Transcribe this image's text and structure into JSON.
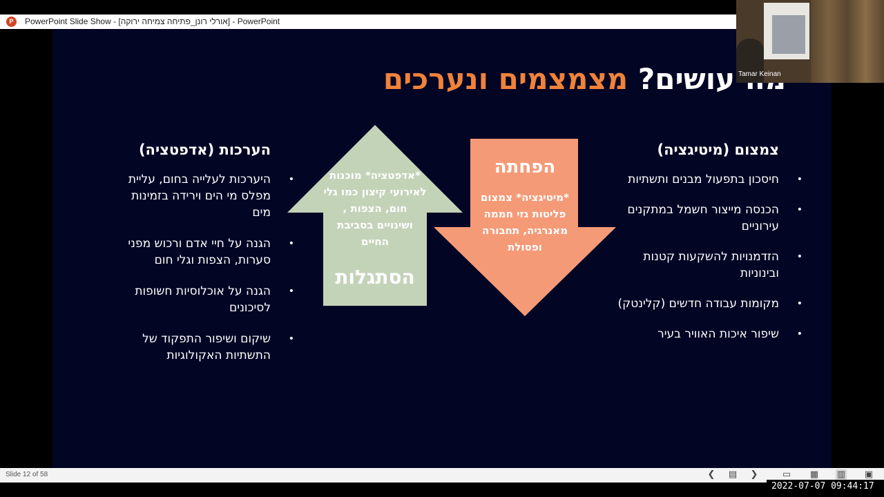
{
  "window": {
    "title": "PowerPoint Slide Show - [אורלי רונן_פתיחה צמיחה ירוקה] - PowerPoint",
    "app_icon": "powerpoint-icon",
    "app_icon_letter": "P"
  },
  "slide": {
    "title_white": "מה עושים?",
    "title_orange": "מצמצמים ונערכים",
    "right_column": {
      "heading": "צמצום (מיטיגציה)",
      "bullets": [
        "חיסכון בתפעול מבנים ותשתיות",
        "הכנסה מייצור חשמל במתקנים עירוניים",
        "הזדמנויות להשקעות קטנות ובינוניות",
        "מקומות עבודה חדשים (קלינטק)",
        "שיפור איכות האוויר בעיר"
      ]
    },
    "left_column": {
      "heading": "הערכות (אדפטציה)",
      "bullets": [
        "היערכות לעלייה בחום, עליית מפלס מי הים וירידה בזמינות מים",
        "הגנה על חיי אדם ורכוש מפני סערות, הצפות וגלי חום",
        "הגנה על אוכלוסיות חשופות לסיכונים",
        "שיקום ושיפור התפקוד של התשתיות האקולוגיות"
      ]
    },
    "arrow_up": {
      "text": "*אדפטציה* מוכנות לאירועי קיצון כמו גלי חום, הצפות , ושינויים בסביבת החיים",
      "label": "הסתגלות",
      "color": "#c3d3b8"
    },
    "arrow_down": {
      "label": "הפחתה",
      "text": "*מיטיגציה* צמצום פליטות גזי חממה מאנרגיה, תחבורה ופסולת",
      "color": "#f59a77"
    },
    "bullet_char": "•",
    "background": "#020524",
    "accent": "#f0823a"
  },
  "webcam": {
    "participant_name": "Tamar Keinan"
  },
  "statusbar": {
    "slide_indicator": "Slide 12 of 58",
    "icons": [
      "previous-icon",
      "notes-icon",
      "next-icon",
      "normal-view-icon",
      "slide-sorter-icon",
      "reading-view-icon",
      "slideshow-icon"
    ]
  },
  "timestamp": "2022-07-07 09:44:17"
}
